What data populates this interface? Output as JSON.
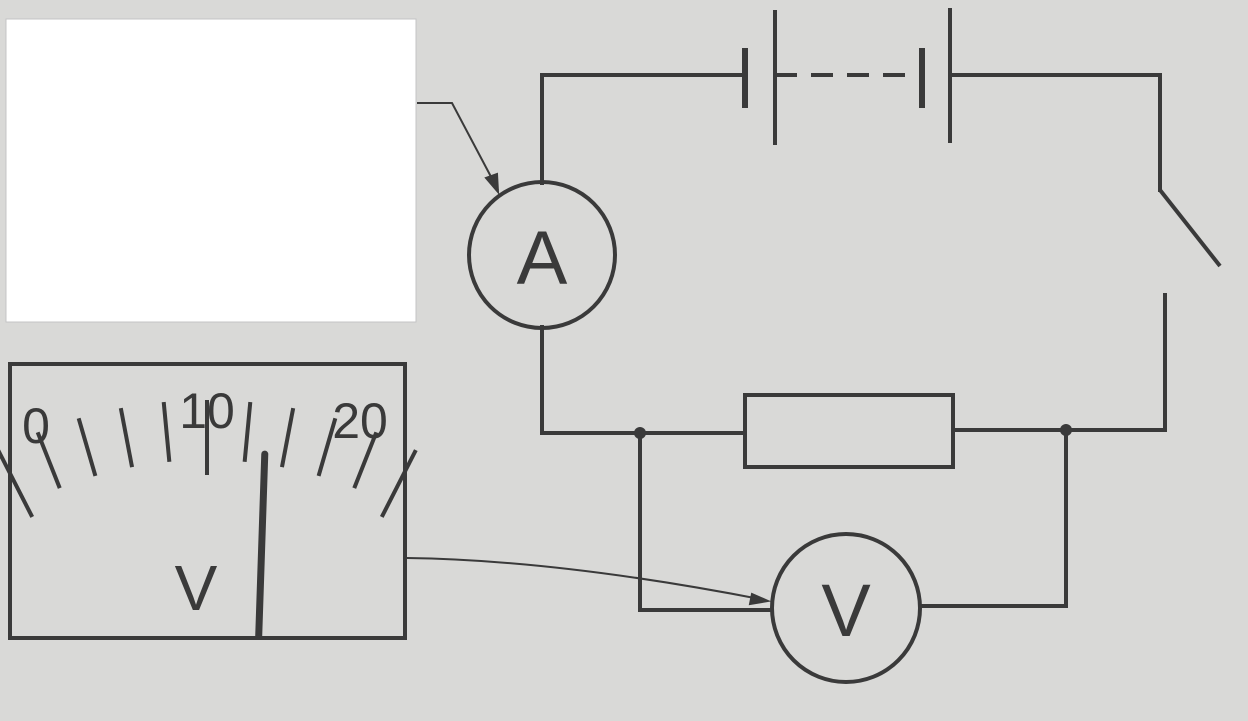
{
  "ammeter": {
    "symbol": "A"
  },
  "voltmeter": {
    "symbol": "V"
  },
  "meter_face": {
    "unit": "V",
    "scale_labels": [
      "0",
      "10",
      "20"
    ],
    "scale_min": 0,
    "scale_max": 20,
    "minor_divisions": 10,
    "needle_value": 13
  },
  "colors": {
    "paper": "#d9d9d7",
    "ink": "#3a3a3a",
    "mask": "#ffffff"
  }
}
